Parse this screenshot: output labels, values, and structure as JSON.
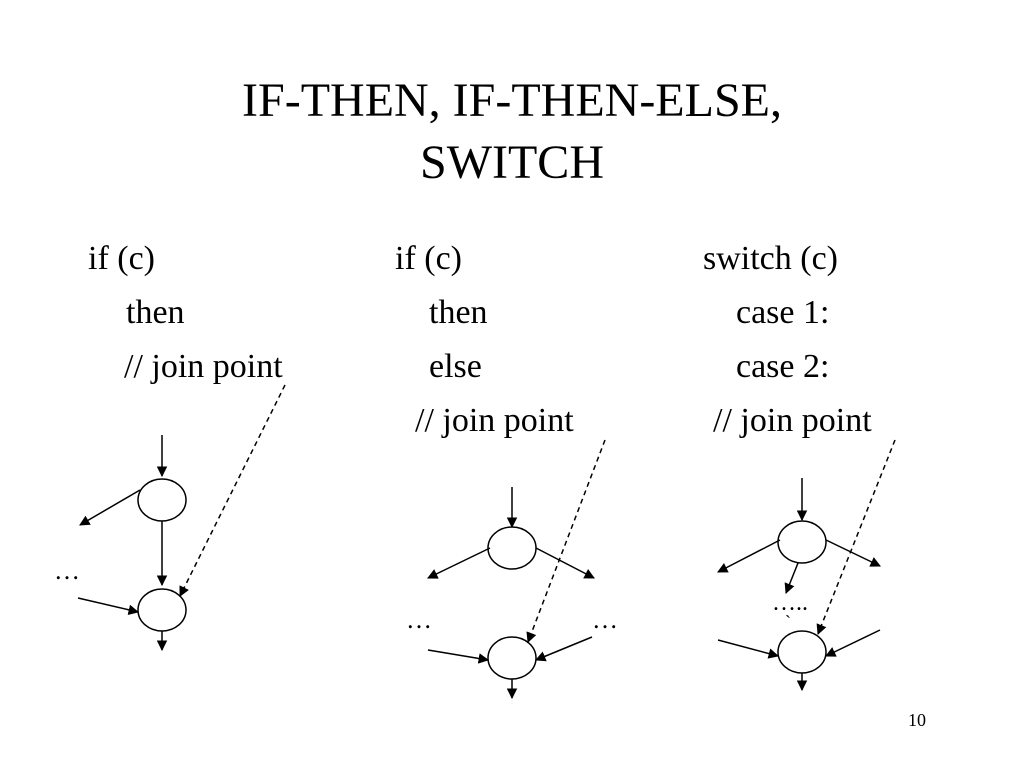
{
  "slide": {
    "title_line1": "IF-THEN, IF-THEN-ELSE,",
    "title_line2": "SWITCH",
    "page_number": "10"
  },
  "col_if_then": {
    "lines": [
      "if (c)",
      "then",
      "// join point"
    ],
    "ellipsis": "…"
  },
  "col_if_then_else": {
    "lines": [
      "if (c)",
      "then",
      "else",
      "// join point"
    ],
    "ellipsis_left": "…",
    "ellipsis_right": "…"
  },
  "col_switch": {
    "lines": [
      "switch (c)",
      "case 1:",
      "case 2:",
      "// join point"
    ],
    "ellipsis": "…..",
    "tick": "`"
  },
  "colors": {
    "ink": "#000000",
    "background": "#ffffff"
  }
}
